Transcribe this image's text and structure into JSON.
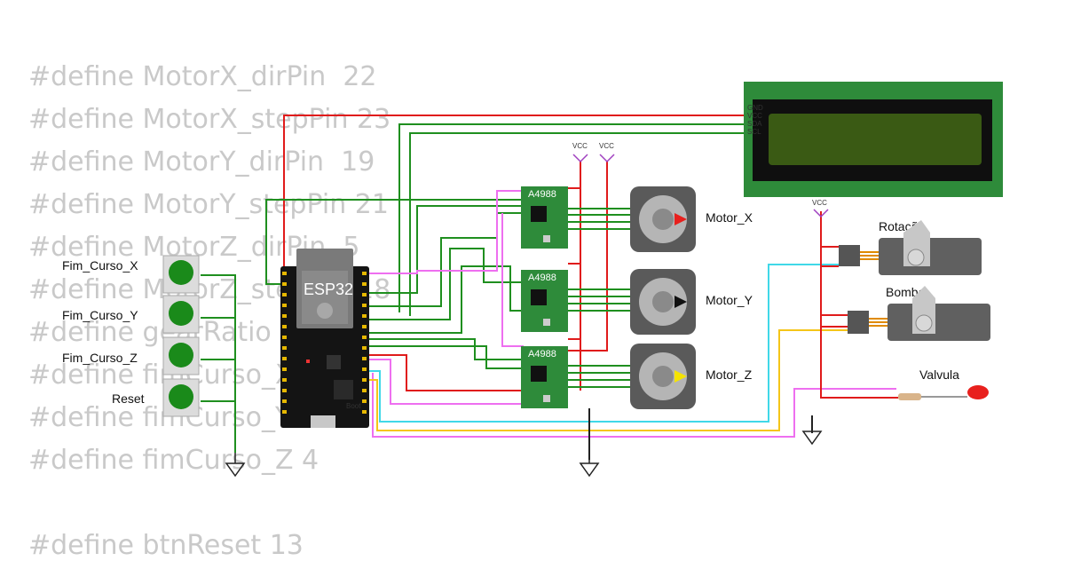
{
  "code_lines": [
    "#define MotorX_dirPin  22",
    "#define MotorX_stepPin 23",
    "#define MotorY_dirPin  19",
    "#define MotorY_stepPin 21",
    "#define MotorZ_dirPin  5",
    "#define MotorZ_stepPin 18",
    "#define gearRatio",
    "#define fimCurso_X",
    "#define fimCurso_Y",
    "#define fimCurso_Z 4",
    "",
    "#define btnReset 13"
  ],
  "components": {
    "mcu": {
      "label": "ESP32",
      "usb_label": "Boot"
    },
    "drivers": [
      {
        "label": "A4988"
      },
      {
        "label": "A4988"
      },
      {
        "label": "A4988"
      }
    ],
    "motors": [
      {
        "label": "Motor_X",
        "pointer_color": "#e8201d"
      },
      {
        "label": "Motor_Y",
        "pointer_color": "#111111"
      },
      {
        "label": "Motor_Z",
        "pointer_color": "#f5e300"
      }
    ],
    "buttons": [
      {
        "label": "Fim_Curso_X"
      },
      {
        "label": "Fim_Curso_Y"
      },
      {
        "label": "Fim_Curso_Z"
      },
      {
        "label": "Reset"
      }
    ],
    "servos": [
      {
        "label": "Rotação"
      },
      {
        "label": "Bomba"
      }
    ],
    "led": {
      "label": "Valvula"
    },
    "lcd": {
      "pins": [
        "GND",
        "VCC",
        "SDA",
        "SCL"
      ]
    },
    "vcc_labels": [
      "VCC",
      "VCC",
      "VCC"
    ]
  },
  "colors": {
    "board_pcb": "#2e8b3a",
    "lcd_screen": "#3a5a14",
    "wire_red": "#e01b1b",
    "wire_green": "#1f8f1f",
    "wire_magenta": "#ee6ff0",
    "wire_cyan": "#40d8e8",
    "wire_yellow": "#f5c518",
    "button_cap": "#1a8a1a",
    "code_text": "#c9c9c9"
  }
}
